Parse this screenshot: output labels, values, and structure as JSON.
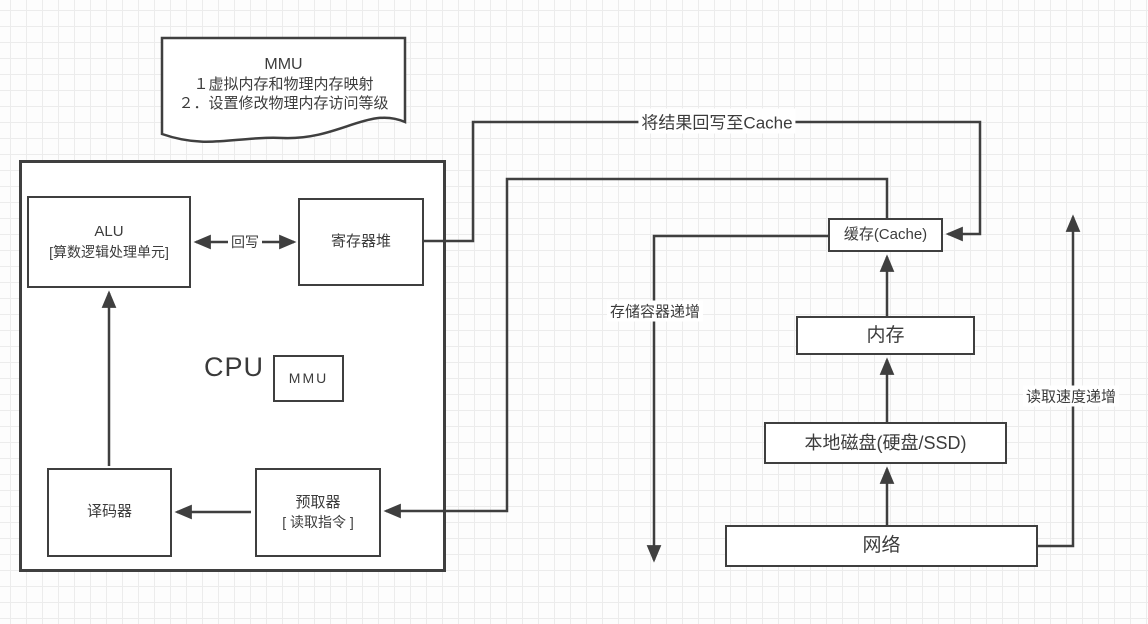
{
  "note": {
    "title": "MMU",
    "line1": "１虚拟内存和物理内存映射",
    "line2": "２．设置修改物理内存访问等级"
  },
  "cpu": {
    "title": "CPU",
    "alu": {
      "title": "ALU",
      "subtitle": "[算数逻辑处理单元]"
    },
    "register_file": {
      "label": "寄存器堆"
    },
    "mmu": {
      "label": "MMU"
    },
    "decoder": {
      "label": "译码器"
    },
    "prefetcher": {
      "title": "预取器",
      "subtitle": "[ 读取指令 ]"
    },
    "writeback_edge": {
      "label": "回写"
    }
  },
  "storage": {
    "cache": {
      "label": "缓存(Cache)"
    },
    "memory": {
      "label": "内存"
    },
    "disk": {
      "label": "本地磁盘(硬盘/SSD)"
    },
    "network": {
      "label": "网络"
    }
  },
  "edges": {
    "writeback_to_cache": {
      "label": "将结果回写至Cache"
    },
    "capacity": {
      "label": "存储容器递增"
    },
    "speed": {
      "label": "读取速度递增"
    }
  },
  "colors": {
    "stroke": "#3f3f3f",
    "text": "#3c3c3c",
    "grid": "#ececec",
    "canvas_background": "#fdfdfd",
    "shape_fill": "#ffffff"
  }
}
